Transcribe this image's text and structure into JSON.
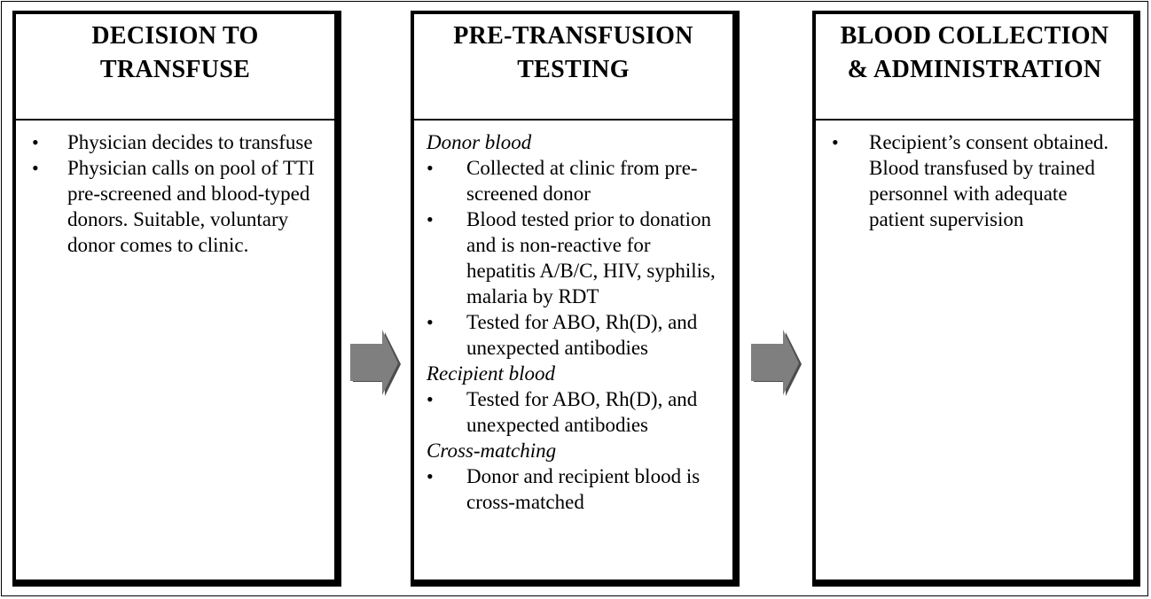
{
  "columns": [
    {
      "title_line1": "DECISION TO",
      "title_line2": "TRANSFUSE",
      "items": [
        "Physician decides to transfuse",
        "Physician calls on pool of TTI pre-screened and blood-typed donors. Suitable, voluntary donor comes to clinic."
      ]
    },
    {
      "title_line1": "PRE-TRANSFUSION",
      "title_line2": "TESTING",
      "sections": [
        {
          "heading": "Donor blood",
          "items": [
            "Collected at clinic from pre-screened donor",
            "Blood tested prior to donation and is non-reactive for hepatitis A/B/C, HIV, syphilis, malaria by RDT",
            "Tested for ABO, Rh(D), and unexpected antibodies"
          ]
        },
        {
          "heading": "Recipient blood",
          "items": [
            "Tested for ABO, Rh(D), and unexpected antibodies"
          ]
        },
        {
          "heading": "Cross-matching",
          "items": [
            "Donor and recipient blood is cross-matched"
          ]
        }
      ]
    },
    {
      "title_line1": "BLOOD COLLECTION",
      "title_line2": "& ADMINISTRATION",
      "items": [
        "Recipient’s consent obtained. Blood transfused by trained personnel with adequate patient supervision"
      ]
    }
  ],
  "colors": {
    "border": "#000000",
    "arrow": "#7f7f7f",
    "arrow_shadow": "#4d4d4d"
  },
  "icons": [
    "right-arrow-icon",
    "right-arrow-icon"
  ]
}
